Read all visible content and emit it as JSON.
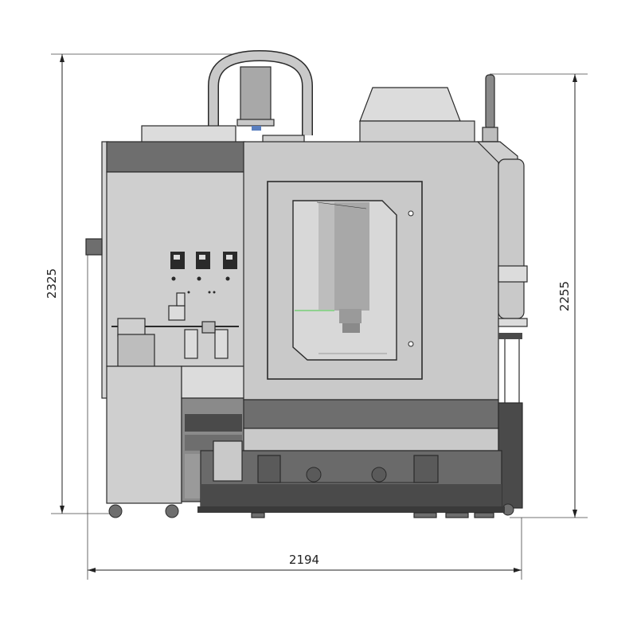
{
  "drawing": {
    "subject": "machine-side-elevation",
    "dimensions": {
      "total_height": "2325",
      "cabinet_height": "2255",
      "overall_width": "2194"
    }
  },
  "colors": {
    "panel_light": "#c9c9c9",
    "panel_mid": "#a8a8a8",
    "panel_dark": "#6e6e6e",
    "base_dark": "#4a4a4a",
    "window_glass": "#d8d8d8",
    "line": "#2a2a2a",
    "accent_green": "#8fd18f"
  }
}
